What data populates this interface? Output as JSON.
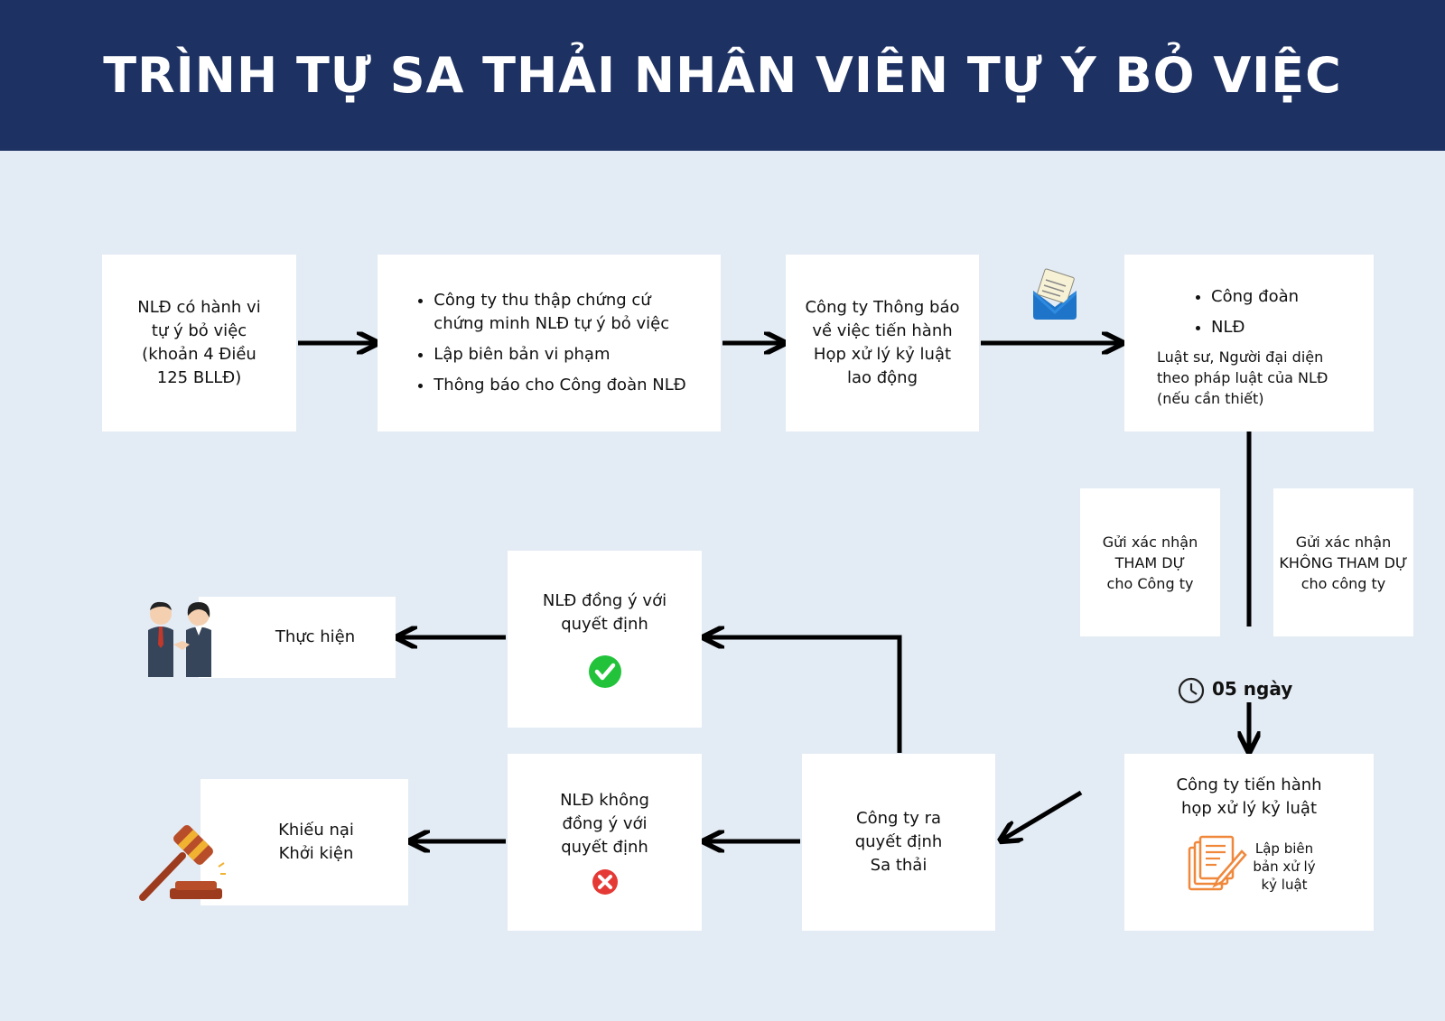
{
  "header": {
    "title": "TRÌNH TỰ SA THẢI NHÂN VIÊN TỰ Ý BỎ VIỆC"
  },
  "steps": {
    "s1": "NLĐ có hành vi\ntự ý bỏ việc\n(khoản 4 Điều\n125 BLLĐ)",
    "s2": [
      "Công ty thu thập chứng cứ\nchứng minh NLĐ tự ý bỏ việc",
      "Lập biên bản vi phạm",
      "Thông báo cho Công đoàn NLĐ"
    ],
    "s3": "Công ty Thông báo\nvề việc tiến hành\nHọp xử lý kỷ luật\nlao động",
    "s4": {
      "items": [
        "Công đoàn",
        "NLĐ"
      ],
      "note": "Luật sư, Người đại diện\ntheo pháp luật của NLĐ\n(nếu cần thiết)"
    },
    "confirm_yes": "Gửi xác nhận\nTHAM DỰ\ncho Công ty",
    "confirm_no": "Gửi xác nhận\nKHÔNG THAM DỰ\ncho công ty",
    "days": "05 ngày",
    "meeting": "Công ty tiến hành\nhọp xử lý kỷ luật",
    "minutes": "Lập biên\nbản xử lý\nkỷ luật",
    "decision": "Công ty ra\nquyết định\nSa thải",
    "agree": "NLĐ đồng ý với\nquyết định",
    "disagree": "NLĐ không\nđồng ý với\nquyết định",
    "execute": "Thực hiện",
    "complain": "Khiếu nại\nKhởi kiện"
  },
  "colors": {
    "header": "#1d3163",
    "background": "#e3ebf4",
    "check": "#22c33b",
    "cross": "#e53935",
    "docs": "#f0883c"
  },
  "icons": [
    "envelope-icon",
    "clock-icon",
    "document-pen-icon",
    "check-icon",
    "cross-icon",
    "handshake-icon",
    "gavel-icon"
  ]
}
